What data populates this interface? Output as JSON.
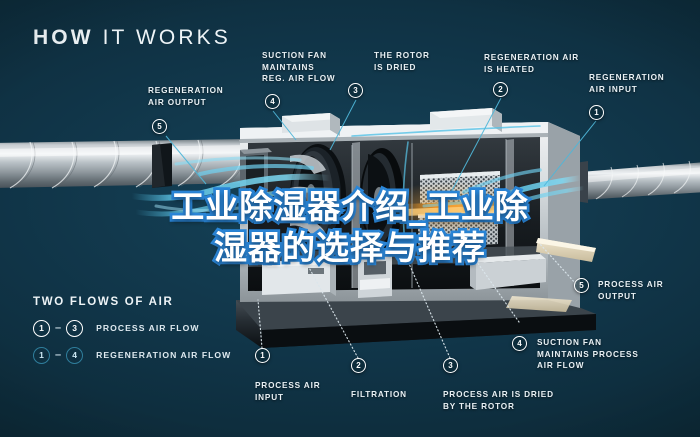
{
  "headline": {
    "bold": "HOW",
    "light": "IT WORKS"
  },
  "colors": {
    "background": "#103447",
    "accent_cyan": "#5fc6e8",
    "callout_white": "#ffffff",
    "legend_blue": "#2f7e9c",
    "watermark_fill": "#ffffff",
    "watermark_stroke": "#2a86d8",
    "heater_orange": "#f08a1e"
  },
  "callouts": [
    {
      "num": "4",
      "text": "SUCTION FAN\nMAINTAINS\nREG. AIR FLOW"
    },
    {
      "num": "3",
      "text": "THE ROTOR\nIS DRIED"
    },
    {
      "num": "2",
      "text": "REGENERATION AIR\nIS HEATED"
    },
    {
      "num": "1",
      "text": "REGENERATION\nAIR INPUT"
    },
    {
      "num": "5",
      "text": "REGENERATION\nAIR OUTPUT"
    },
    {
      "num": "5",
      "text": "PROCESS AIR\nOUTPUT"
    },
    {
      "num": "4",
      "text": "SUCTION FAN\nMAINTAINS PROCESS\nAIR FLOW"
    },
    {
      "num": "1",
      "text": "PROCESS AIR\nINPUT"
    },
    {
      "num": "2",
      "text": "FILTRATION"
    },
    {
      "num": "3",
      "text": "PROCESS AIR IS DRIED\nBY THE ROTOR"
    }
  ],
  "legend": {
    "title": "TWO FLOWS OF AIR",
    "rows": [
      {
        "from": "1",
        "to": "3",
        "label": "PROCESS AIR FLOW",
        "style": "white"
      },
      {
        "from": "1",
        "to": "4",
        "label": "REGENERATION AIR FLOW",
        "style": "blue"
      }
    ],
    "dash": "–"
  },
  "watermark": {
    "line1": "工业除湿器介绍_工业除",
    "line2": "湿器的选择与推荐"
  }
}
